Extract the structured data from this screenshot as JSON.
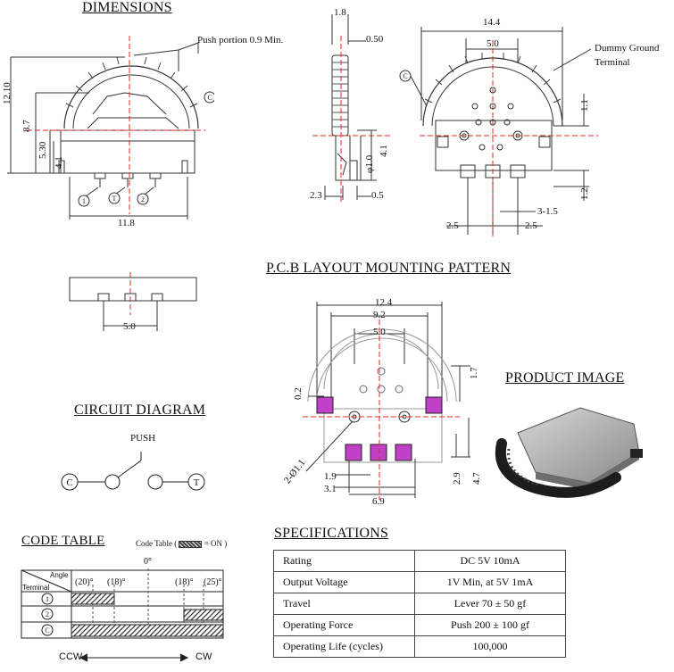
{
  "headings": {
    "dimensions": "DIMENSIONS",
    "pcb_layout": "P.C.B LAYOUT MOUNTING PATTERN",
    "product_image": "PRODUCT IMAGE",
    "circuit_diagram": "CIRCUIT DIAGRAM",
    "code_table": "CODE TABLE",
    "specifications": "SPECIFICATIONS"
  },
  "front_view": {
    "push_portion": "Push portion 0.9 Min.",
    "dim_12_10": "12.10",
    "dim_8_7": "8.7",
    "dim_5_30": "5.30",
    "dim_4_1": "4.1",
    "dim_11_8": "11.8",
    "terminal_c": "C",
    "terminal_1": "1",
    "terminal_t": "T",
    "terminal_2": "2"
  },
  "side_view": {
    "dim_1_8": "1.8",
    "dim_0_50": "0.50",
    "dim_phi_1_0": "φ1.0",
    "dim_4_1": "4.1",
    "dim_2_3": "2.3",
    "dim_0_5": "0.5"
  },
  "back_view": {
    "dim_14_4": "14.4",
    "dim_5_0": "5.0",
    "dummy_ground_1": "Dummy Ground",
    "dummy_ground_2": "Terminal",
    "dim_1_1": "1.1",
    "dim_1_2": "1.2",
    "dim_3_1_5": "3-1.5",
    "dim_2_5_left": "2.5",
    "dim_2_5_right": "2.5",
    "terminal_c": "C"
  },
  "bottom_view": {
    "dim_5_0": "5.0"
  },
  "pcb": {
    "dim_12_4": "12.4",
    "dim_9_2": "9.2",
    "dim_5_0": "5.0",
    "dim_1_7": "1.7",
    "dim_0_2": "0.2",
    "dim_2_phi": "2-Ø1.1",
    "dim_2_9": "2.9",
    "dim_4_7": "4.7",
    "dim_1_9": "1.9",
    "dim_3_1": "3.1",
    "dim_6_9": "6.9"
  },
  "circuit": {
    "push_label": "PUSH",
    "node_c": "C",
    "node_t": "T"
  },
  "code_table": {
    "legend": "Code Table (",
    "legend_on": "= ON )",
    "zero_angle": "0°",
    "angle_label": "Angle",
    "terminal_label": "Terminal",
    "angle_20_left": "(20)°",
    "angle_18_left": "(18)°",
    "angle_18_right": "(18)°",
    "angle_25_right": "(25)°",
    "rows": [
      "1",
      "2",
      "C"
    ],
    "ccw": "CCW",
    "cw": "CW"
  },
  "specifications": {
    "rows": [
      {
        "key": "Rating",
        "value": "DC 5V 10mA"
      },
      {
        "key": "Output Voltage",
        "value": "1V Min, at 5V 1mA"
      },
      {
        "key": "Travel",
        "value": "Lever 70 ± 50 gf"
      },
      {
        "key": "Operating Force",
        "value": "Push  200 ± 100 gf"
      },
      {
        "key": "Operating Life (cycles)",
        "value": "100,000"
      }
    ]
  },
  "colors": {
    "centerline": "#e0282b",
    "pad": "#c040c8",
    "line": "#333333"
  }
}
